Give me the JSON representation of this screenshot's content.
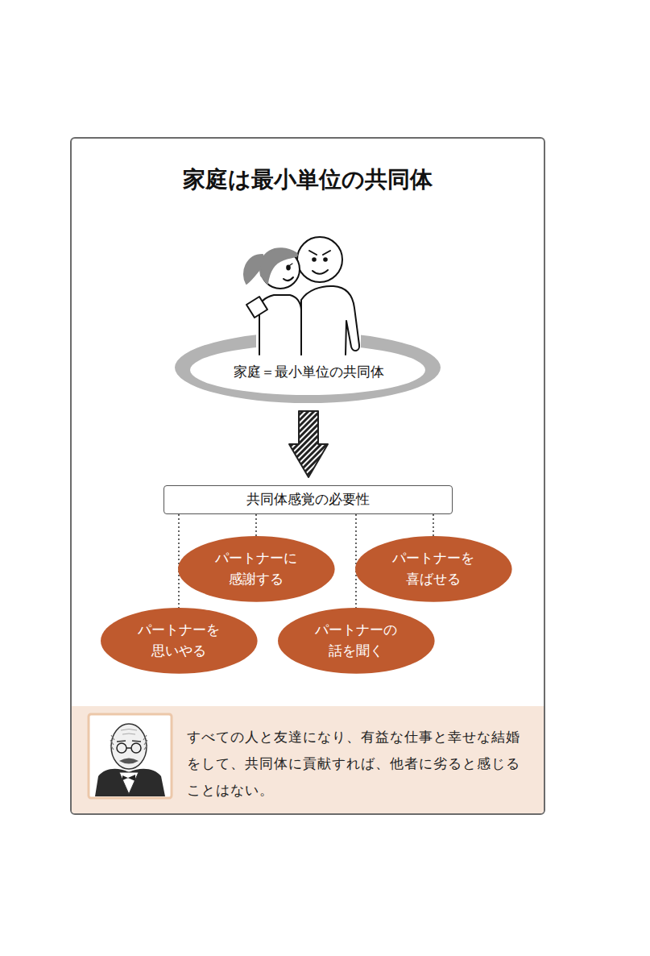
{
  "diagram": {
    "title": "家庭は最小単位の共同体",
    "nodes": [
      {
        "text": [
          "家庭＝最小単位の共同体"
        ]
      },
      {
        "text": [
          "共同体感覚の必要性"
        ]
      },
      {
        "text": [
          "パートナーに 感謝する"
        ]
      },
      {
        "text": [
          "パートナーを 喜ばせる"
        ]
      },
      {
        "text": [
          "パートナーを 思いやる"
        ]
      },
      {
        "text": [
          "パートナーの 話を聞く"
        ]
      },
      {
        "text": [
          "すべての人と友達になり、有益な仕事と幸せな結婚 をして、共同体に貢献すれば、他者に劣ると感じる ことはない。"
        ]
      }
    ],
    "edges": [
      {
        "from": 0,
        "to": 1,
        "arrow": "to"
      },
      {
        "from": 1,
        "to": 2,
        "arrow": "none"
      },
      {
        "from": 1,
        "to": 3,
        "arrow": "none"
      },
      {
        "from": 1,
        "to": 4,
        "arrow": "none"
      },
      {
        "from": 1,
        "to": 5,
        "arrow": "none"
      }
    ]
  }
}
